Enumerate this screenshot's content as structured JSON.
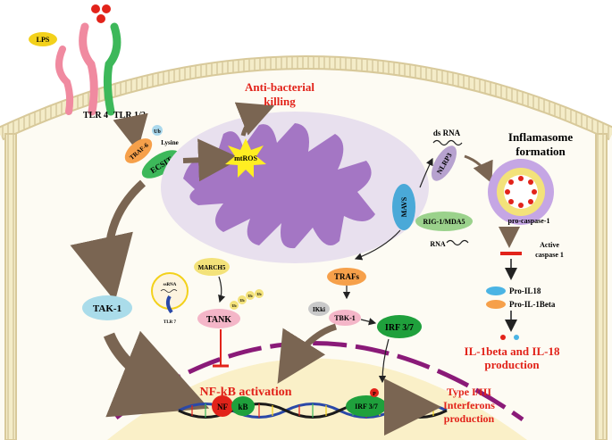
{
  "receptors": {
    "lps": "LPS",
    "tlr4": "TLR 4",
    "tlr12": "TLR 1/2"
  },
  "adaptors": {
    "traf6": "TRAF-6",
    "ub": "Ub",
    "lysine": "Lysine",
    "ecsit": "ECSIT"
  },
  "mito": {
    "mtros": "mtROS",
    "antibacterial_line1": "Anti-bacterial",
    "antibacterial_line2": "killing"
  },
  "antiviral": {
    "ds_rna": "ds RNA",
    "nlrp3": "NLRP3",
    "mavs": "MAVS",
    "rig": "RIG-1/MDA5",
    "rna": "RNA",
    "trafs": "TRAFs",
    "ikki": "IKki",
    "tbk1": "TBK-1",
    "irf37": "IRF 3/7",
    "p": "P",
    "irf37_nuc": "IRF 3/7"
  },
  "inflammasome": {
    "title_line1": "Inflamasome",
    "title_line2": "formation",
    "pro_caspase": "pro-caspase-1",
    "active_line1": "Active",
    "active_line2": "caspase 1",
    "pro_il18": "Pro-IL18",
    "pro_il1b": "Pro-IL-1Beta",
    "output_line1": "IL-1beta and IL-18",
    "output_line2": "production"
  },
  "left_branch": {
    "tak1": "TAK-1",
    "march5": "MARCH5",
    "ssrna": "ssRNA",
    "tlr7": "TLR 7",
    "tank": "TANK",
    "ub1": "Ub",
    "ub2": "Ub",
    "ub3": "Ub",
    "ub4": "Ub"
  },
  "nucleus": {
    "nfkb_label": "NF-kB activation",
    "nf": "NF",
    "kb": "kB",
    "ifn_line1": "Type I/III",
    "ifn_line2": "Interferons",
    "ifn_line3": "production"
  },
  "colors": {
    "membrane": "#f4ecc8",
    "mito": "#a476c4",
    "mito_halo": "#e8e0ee",
    "nucleus": "#faf0c8",
    "nuclear_envelope": "#8a1a78",
    "arrow": "#7a6552",
    "highlight_red": "#e2231a"
  }
}
